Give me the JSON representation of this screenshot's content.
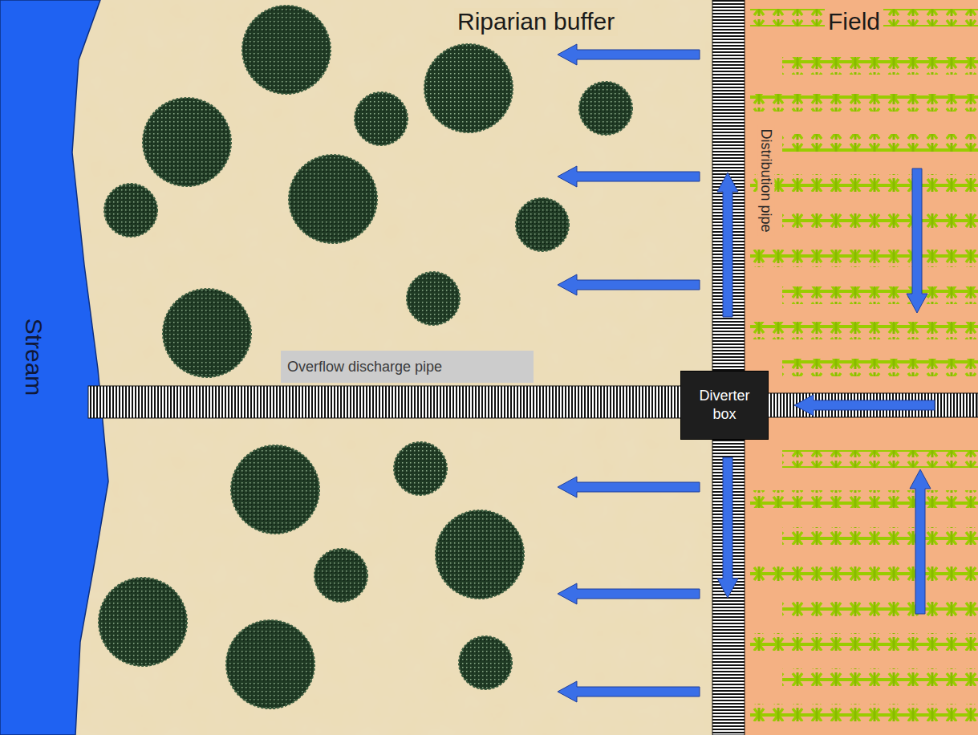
{
  "diagram": {
    "nodes": [
      {
        "text": [
          "Diverter box"
        ]
      }
    ],
    "labels": [
      "Riparian buffer",
      "Field",
      "Distribution pipe",
      "Stream",
      "Overflow discharge pipe"
    ]
  }
}
